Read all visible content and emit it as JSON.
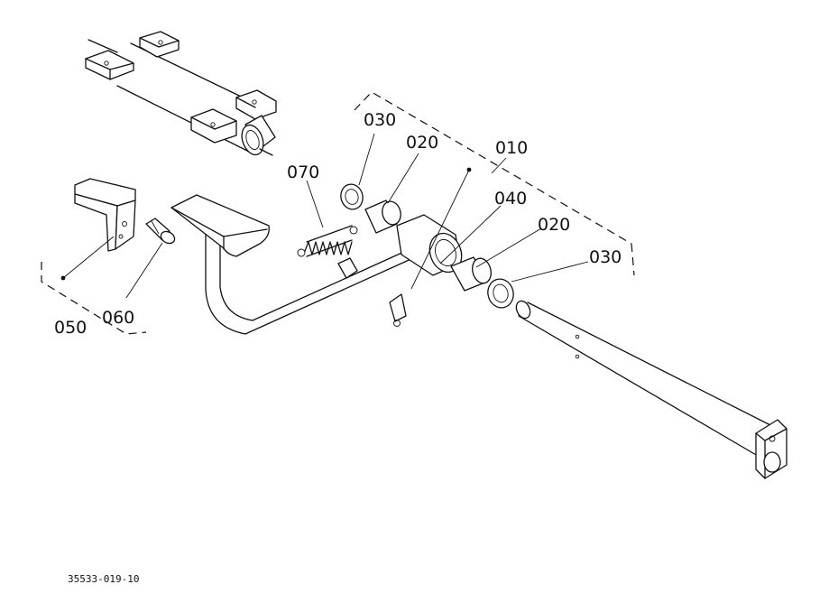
{
  "parts": [
    {
      "id": "p010",
      "number": "010"
    },
    {
      "id": "p020a",
      "number": "020"
    },
    {
      "id": "p020b",
      "number": "020"
    },
    {
      "id": "p030a",
      "number": "030"
    },
    {
      "id": "p030b",
      "number": "030"
    },
    {
      "id": "p040",
      "number": "040"
    },
    {
      "id": "p050",
      "number": "050"
    },
    {
      "id": "p060",
      "number": "060"
    },
    {
      "id": "p070",
      "number": "070"
    }
  ],
  "drawing_code": "35533-019-10"
}
